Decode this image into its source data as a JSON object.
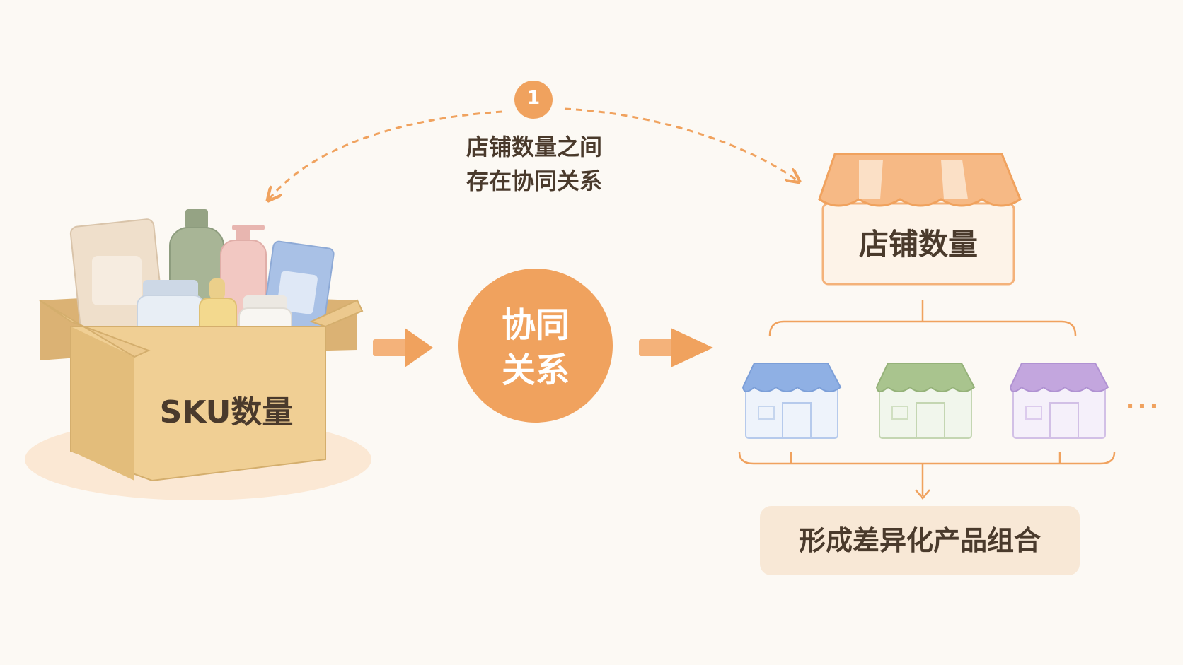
{
  "step": {
    "number": "1"
  },
  "annotation": {
    "line1": "店铺数量之间",
    "line2": "存在协同关系"
  },
  "sku": {
    "label": "SKU数量"
  },
  "synergy": {
    "line1": "协同",
    "line2": "关系"
  },
  "store_main": {
    "label": "店铺数量"
  },
  "stores": {
    "more": "···"
  },
  "result": {
    "label": "形成差异化产品组合"
  },
  "colors": {
    "accent": "#f0a25e",
    "text": "#4a3a2c",
    "box": "#ecc98e",
    "store_blue": "#8fb0e4",
    "store_green": "#a9c48e",
    "store_purple": "#c3a6de",
    "result_bg": "#f8e8d6"
  }
}
